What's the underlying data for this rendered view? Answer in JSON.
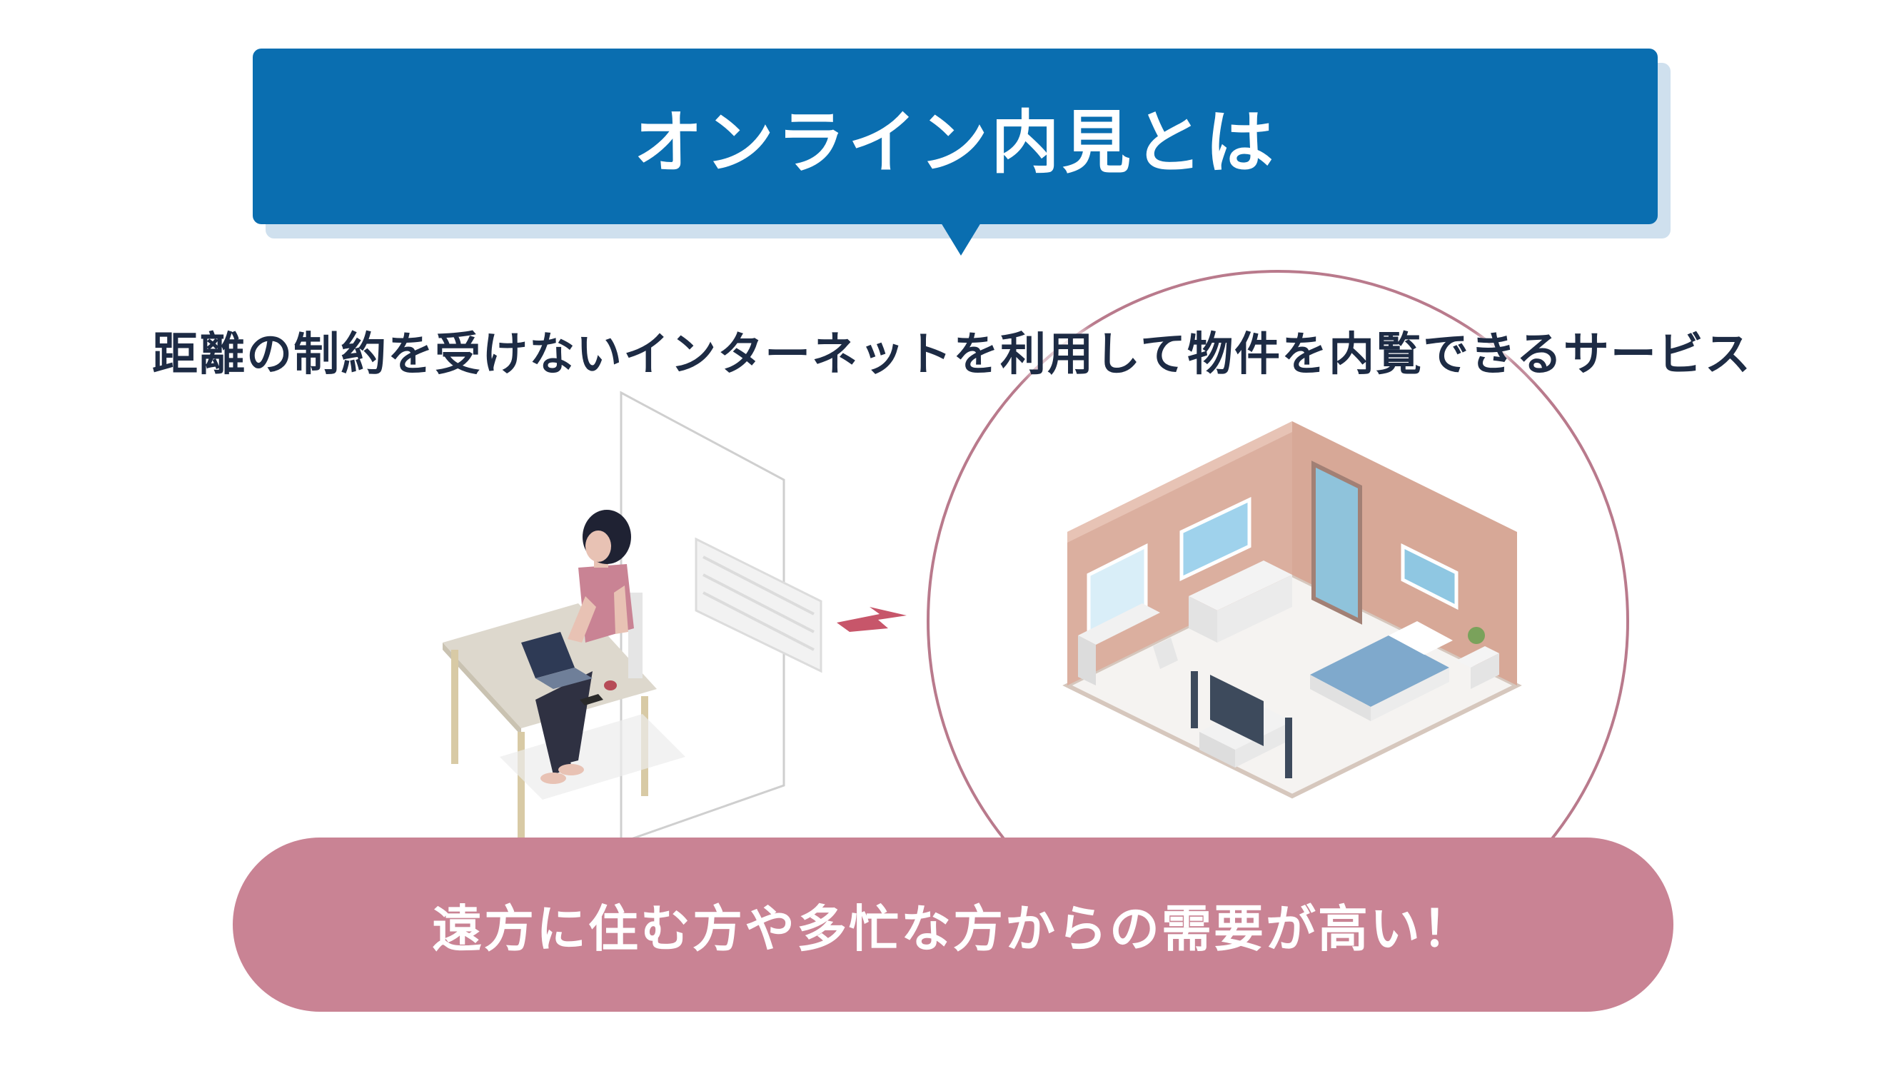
{
  "header": {
    "title": "オンライン内見とは"
  },
  "description": "距離の制約を受けないインターネットを利用して物件を内覧できるサービス",
  "footer": {
    "message": "遠方に住む方や多忙な方からの需要が高い！"
  },
  "colors": {
    "title_bg": "#0a6eb0",
    "banner_bg": "#c98394",
    "circle_stroke": "#b97a8c",
    "text_dark": "#1d2b44"
  },
  "illustration": {
    "left": "woman-working-on-laptop-at-desk-icon",
    "connector": "lightning-bolt-icon",
    "right": "isometric-room-icon"
  }
}
